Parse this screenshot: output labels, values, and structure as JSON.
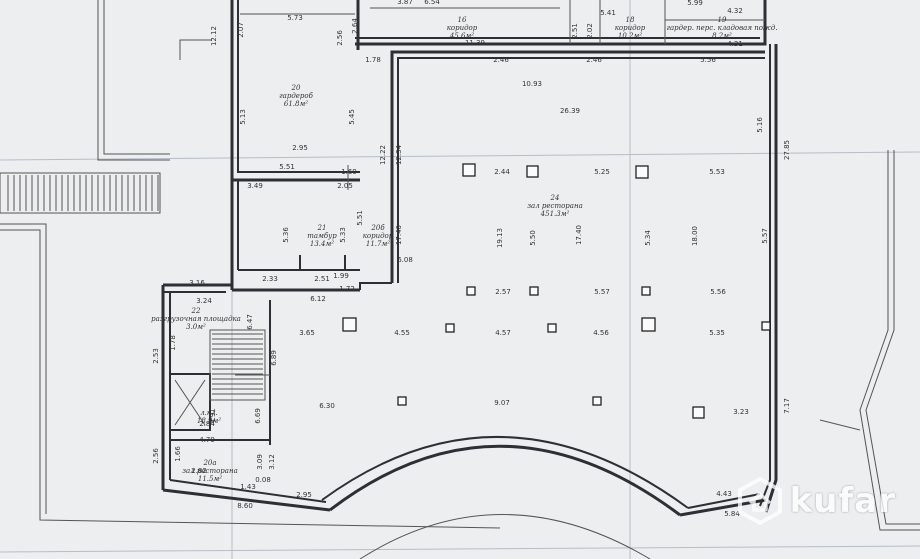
{
  "rooms": [
    {
      "id": "r16",
      "number": "16",
      "name": "коридор",
      "area": "45.6м²"
    },
    {
      "id": "r18",
      "number": "18",
      "name": "коридор",
      "area": "10.2м²"
    },
    {
      "id": "r19",
      "number": "19",
      "name": "гардер. перс. кладовая пожд.",
      "area": "8.2м²"
    },
    {
      "id": "r20",
      "number": "20",
      "name": "гардероб",
      "area": "61.8м²"
    },
    {
      "id": "r21",
      "number": "21",
      "name": "тамбур",
      "area": "13.4м²"
    },
    {
      "id": "r20b",
      "number": "20б",
      "name": "коридор",
      "area": "11.7м²"
    },
    {
      "id": "r24",
      "number": "24",
      "name": "зал ресторана",
      "area": "451.3м²"
    },
    {
      "id": "r22",
      "number": "22",
      "name": "разгрузочная площадка",
      "area": "3.0м²"
    },
    {
      "id": "r23",
      "number": "",
      "name": "л.кл.",
      "area": "18.9м²"
    },
    {
      "id": "r20a",
      "number": "20а",
      "name": "зал ресторана",
      "area": "11.5м²"
    }
  ],
  "dimensions": [
    "5.73",
    "3.87",
    "6.54",
    "5.99",
    "4.32",
    "4.31",
    "2.64",
    "2.07",
    "12.12",
    "2.56",
    "11.39",
    "2.51",
    "2.02",
    "5.41",
    "1.78",
    "2.46",
    "2.46",
    "5.56",
    "10.93",
    "26.39",
    "5.13",
    "5.45",
    "2.95",
    "12.22",
    "12.34",
    "5.16",
    "27.85",
    "5.51",
    "1.69",
    "3.49",
    "2.05",
    "2.44",
    "5.25",
    "5.53",
    "5.36",
    "5.33",
    "5.51",
    "17.40",
    "19.13",
    "5.50",
    "17.40",
    "5.34",
    "18.00",
    "5.57",
    "3.16",
    "3.24",
    "2.33",
    "2.51",
    "1.99",
    "6.08",
    "6.12",
    "1.72",
    "2.57",
    "5.57",
    "5.56",
    "6.47",
    "3.65",
    "4.55",
    "4.57",
    "4.56",
    "5.35",
    "2.53",
    "1.78",
    "6.89",
    "6.30",
    "9.07",
    "3.23",
    "7.17",
    "4.91",
    "6.69",
    "2.84",
    "4.79",
    "2.56",
    "1.66",
    "3.09",
    "3.12",
    "0.08",
    "2.82",
    "1.43",
    "8.60",
    "2.95",
    "4.43",
    "5.84"
  ],
  "watermark": {
    "brand": "kufar",
    "icon": "house-hexagon-icon"
  }
}
